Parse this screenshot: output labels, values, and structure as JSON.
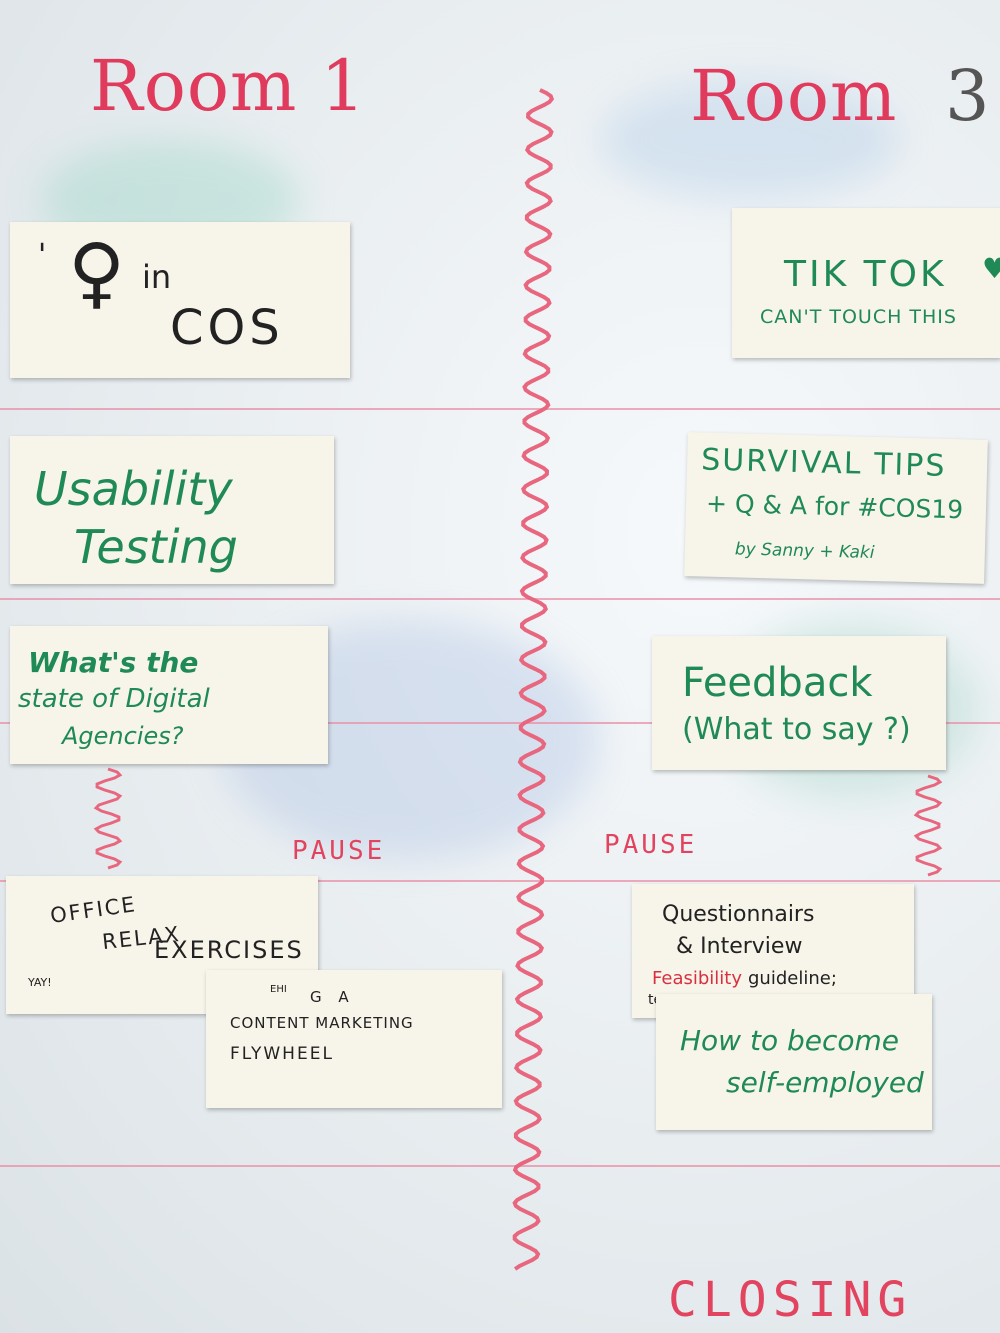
{
  "headings": {
    "room_left": "Room 1",
    "room_right": "Room",
    "room_right_number": "3"
  },
  "labels": {
    "pause_left": "PAUSE",
    "pause_right": "PAUSE",
    "closing": "CLOSING"
  },
  "cards": {
    "women_in_cos": {
      "apostrophe": "'",
      "symbol": "♀",
      "line1": "in",
      "line2": "COS"
    },
    "tiktok": {
      "line1": "TIK TOK",
      "heart": "♥",
      "line2": "CAN'T TOUCH THIS"
    },
    "usability": {
      "line1": "Usability",
      "line2": "Testing"
    },
    "survival": {
      "line1": "SURVIVAL TIPS",
      "line2": "+ Q & A for #COS19",
      "line3": "by Sanny + Kaki"
    },
    "digital": {
      "line1": "What's the",
      "line2": "state of Digital",
      "line3": "Agencies?"
    },
    "feedback": {
      "line1": "Feedback",
      "line2": "(What to say ?)"
    },
    "office": {
      "line1": "OFFICE",
      "line2": "RELAX",
      "line3": "EXERCISES",
      "note": "YAY!"
    },
    "questionnaire": {
      "line1": "Questionnairs",
      "line2": "& Interview",
      "line3a": "Feasibility",
      "line3b": "guideline;",
      "line4": "team"
    },
    "content": {
      "top": "EHI",
      "line0": "G A",
      "line1": "CONTENT MARKETING",
      "line2": "FLYWHEEL"
    },
    "selfemployed": {
      "line1": "How to become",
      "line2": "self-employed"
    }
  },
  "colors": {
    "marker_red": "#e03a5c",
    "marker_green": "#1f8a55",
    "card": "#f7f4ea",
    "board": "#e9eef1"
  }
}
